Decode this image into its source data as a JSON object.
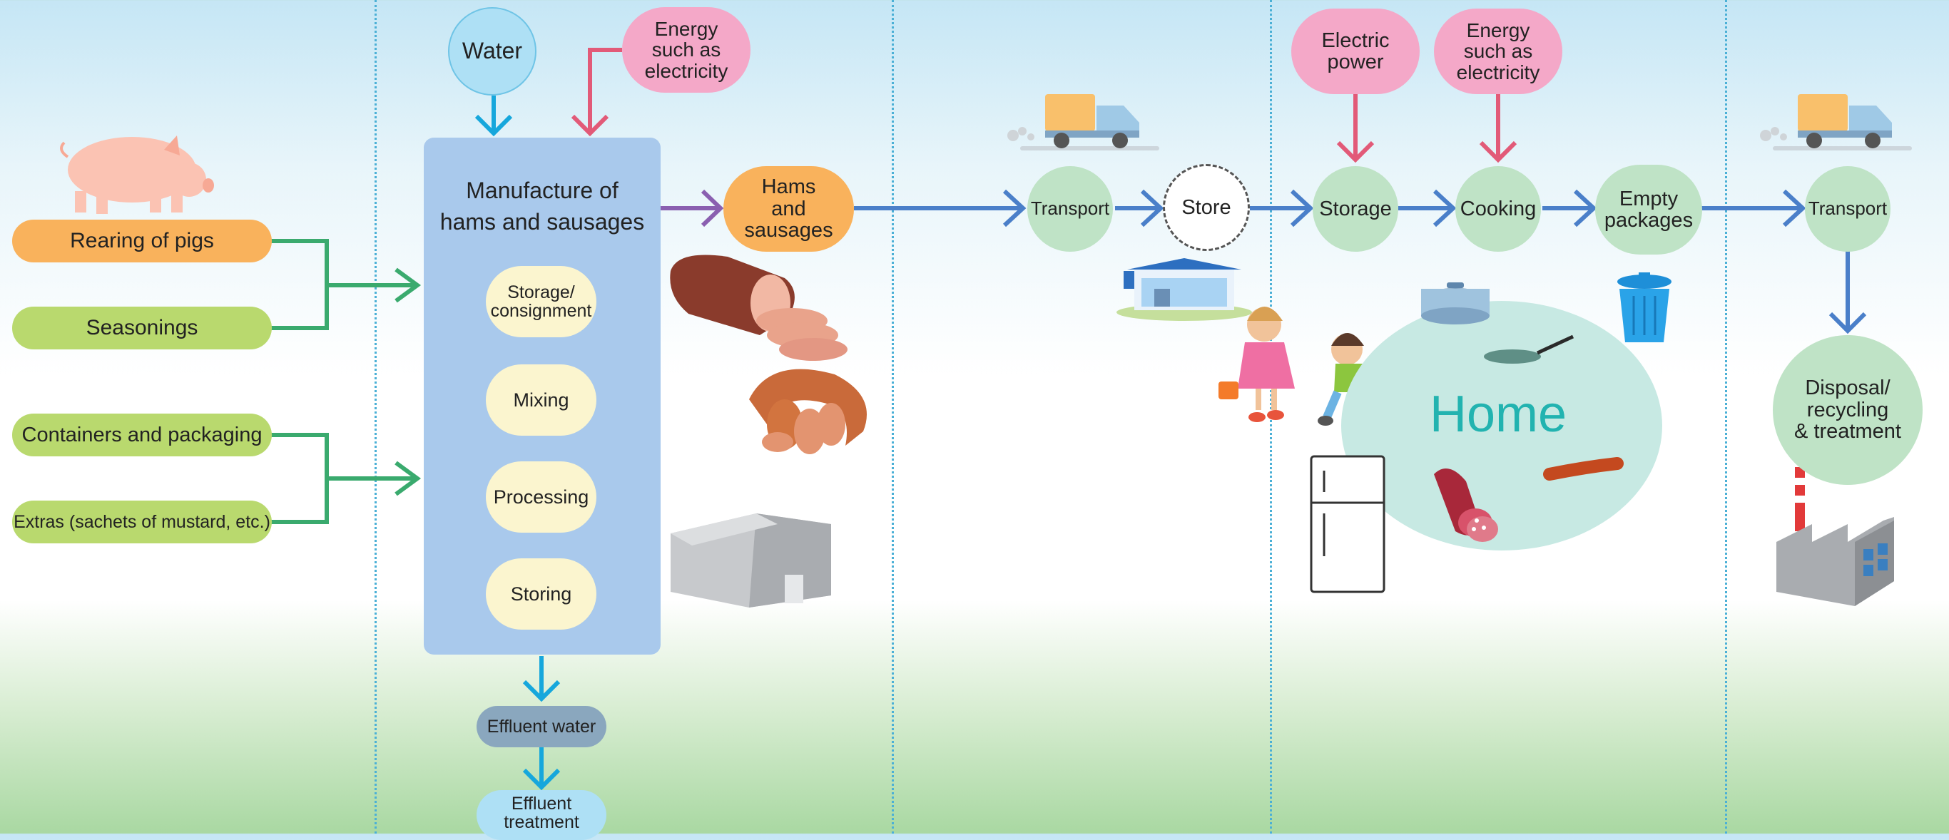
{
  "inputs": {
    "rearing": "Rearing of pigs",
    "seasonings": "Seasonings",
    "containers": "Containers and packaging",
    "extras": "Extras (sachets of mustard, etc.)"
  },
  "resources": {
    "water": "Water",
    "energy_factory_1": "Energy",
    "energy_factory_2": "such as",
    "energy_factory_3": "electricity",
    "electric_1": "Electric",
    "electric_2": "power",
    "energy_home_1": "Energy",
    "energy_home_2": "such as",
    "energy_home_3": "electricity"
  },
  "factory": {
    "title_1": "Manufacture of",
    "title_2": "hams and sausages",
    "steps": {
      "storage_1": "Storage/",
      "storage_2": "consignment",
      "mixing": "Mixing",
      "processing": "Processing",
      "storing": "Storing"
    }
  },
  "product": {
    "line_1": "Hams",
    "line_2": "and",
    "line_3": "sausages"
  },
  "effluent": {
    "water": "Effluent water",
    "treatment_1": "Effluent",
    "treatment_2": "treatment"
  },
  "flow": {
    "transport_1": "Transport",
    "store": "Store",
    "storage": "Storage",
    "cooking": "Cooking",
    "empty_1": "Empty",
    "empty_2": "packages",
    "transport_2": "Transport",
    "disposal_1": "Disposal/",
    "disposal_2": "recycling",
    "disposal_3": "& treatment"
  },
  "home_label": "Home",
  "colors": {
    "orange": "#f9b25c",
    "green_pill": "#b9d96e",
    "pink": "#f4a8c8",
    "water_blue": "#aee0f5",
    "factory_blue": "#a9c9ec",
    "cream": "#fbf5cf",
    "mint_circle": "#bfe3c6",
    "home_teal": "#c7e9e3",
    "home_text": "#22b3b0",
    "arrow_blue": "#4a7fc9",
    "arrow_cyan": "#16a7dc",
    "arrow_green": "#3aaa6e",
    "arrow_pink": "#e25a78",
    "arrow_purple": "#8a5fb0",
    "effluent_dark": "#8aa7be"
  },
  "icons": [
    "pig-icon",
    "truck-icon",
    "store-building-icon",
    "children-icon",
    "ham-icon",
    "sausage-ring-icon",
    "factory-building-icon",
    "pot-icon",
    "frying-pan-icon",
    "refrigerator-icon",
    "salami-icon",
    "trash-can-icon",
    "incineration-plant-icon"
  ]
}
